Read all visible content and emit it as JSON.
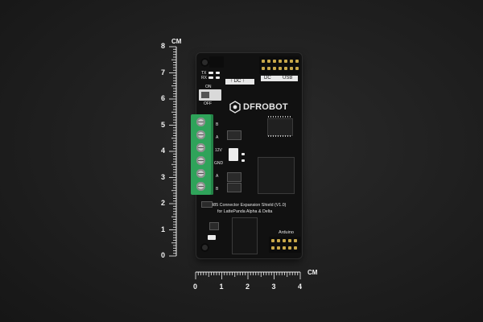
{
  "ruler_vertical": {
    "unit": "CM",
    "labels": [
      "8",
      "7",
      "6",
      "5",
      "4",
      "3",
      "2",
      "1",
      "0"
    ]
  },
  "ruler_horizontal": {
    "unit": "CM",
    "labels": [
      "0",
      "1",
      "2",
      "3",
      "4"
    ]
  },
  "board": {
    "brand": "DFROBOT",
    "dc_arrow": "↑ DC ↑",
    "port_dc": "DC",
    "port_usb": "USB",
    "switch_on": "ON",
    "switch_off": "OFF",
    "led_tx": "TX",
    "led_rx": "RX",
    "terminal_labels": [
      "B",
      "A",
      "12V",
      "GND",
      "A",
      "B"
    ],
    "title_line1": "RS485 Connector Expansion Shield (V1.0)",
    "title_line2": "for LattePanda Alpha & Delta",
    "arduino": "Arduino"
  }
}
